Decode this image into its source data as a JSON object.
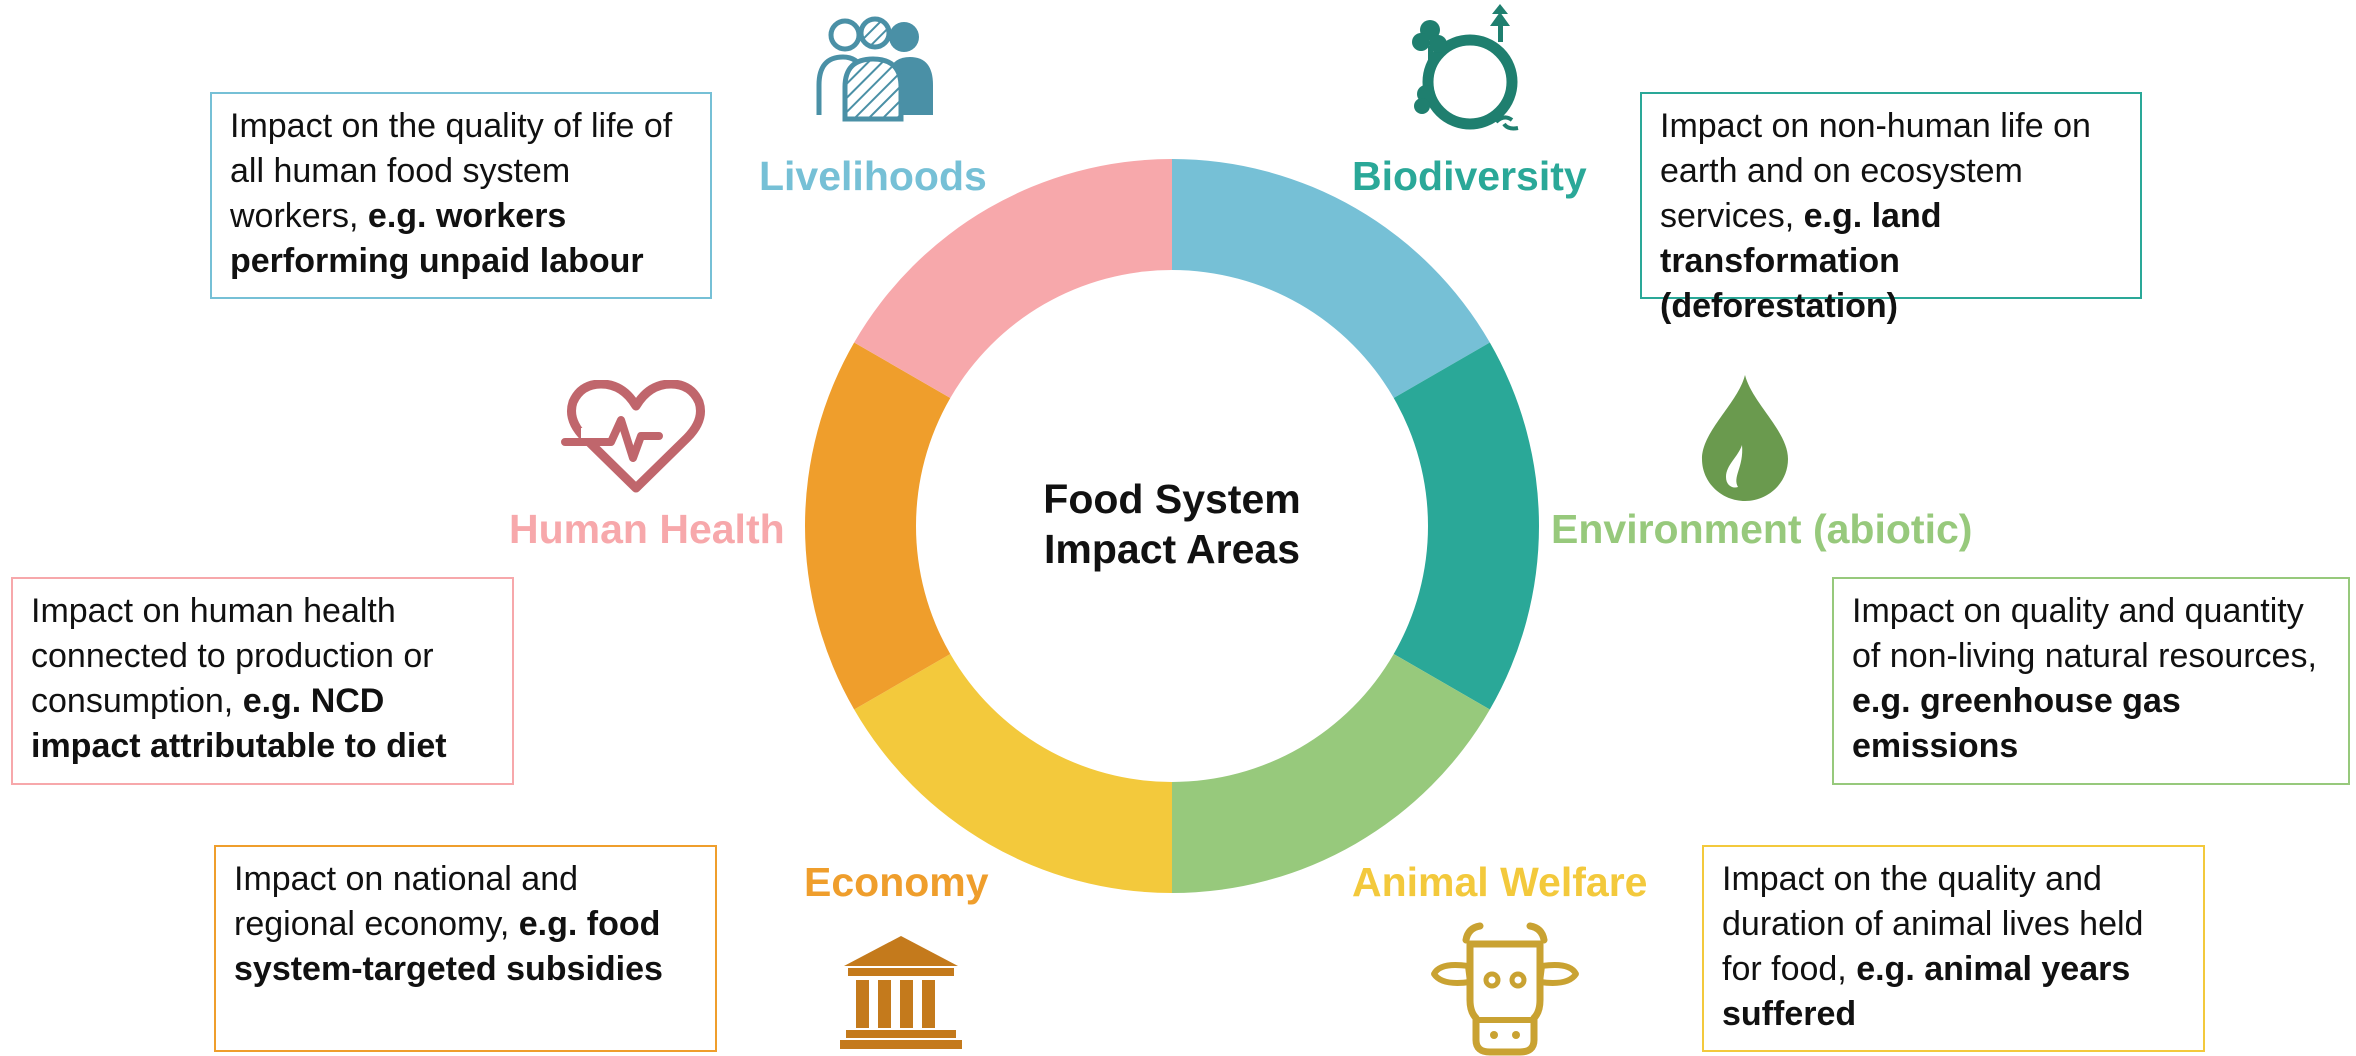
{
  "center_title_line1": "Food System",
  "center_title_line2": "Impact Areas",
  "areas": [
    {
      "key": "livelihoods",
      "label": "Livelihoods",
      "color": "#76c0d6",
      "icon": "people-icon",
      "desc": "Impact on the quality of life of all human food system workers,",
      "example": "e.g. workers performing unpaid labour"
    },
    {
      "key": "biodiversity",
      "label": "Biodiversity",
      "color": "#2aa898",
      "icon": "globe-tree-icon",
      "desc": "Impact on non-human life on earth and on ecosystem services,",
      "example": "e.g. land transformation (deforestation)"
    },
    {
      "key": "environment",
      "label": "Environment (abiotic)",
      "color": "#97c97c",
      "icon": "water-drop-icon",
      "desc": "Impact on quality and quantity of non-living natural resources,",
      "example": "e.g. greenhouse gas emissions"
    },
    {
      "key": "animal_welfare",
      "label": "Animal Welfare",
      "color": "#f3c93c",
      "icon": "cow-icon",
      "desc": "Impact on the quality and duration of animal lives held for food,",
      "example": "e.g. animal years suffered"
    },
    {
      "key": "economy",
      "label": "Economy",
      "color": "#ef9e2c",
      "icon": "bank-building-icon",
      "desc": "Impact on national and regional economy,",
      "example": "e.g. food system-targeted subsidies"
    },
    {
      "key": "human_health",
      "label": "Human Health",
      "color": "#f7a8ab",
      "icon": "heart-pulse-icon",
      "desc": "Impact on human health connected to production or consumption,",
      "example": "e.g. NCD impact attributable to diet"
    }
  ]
}
